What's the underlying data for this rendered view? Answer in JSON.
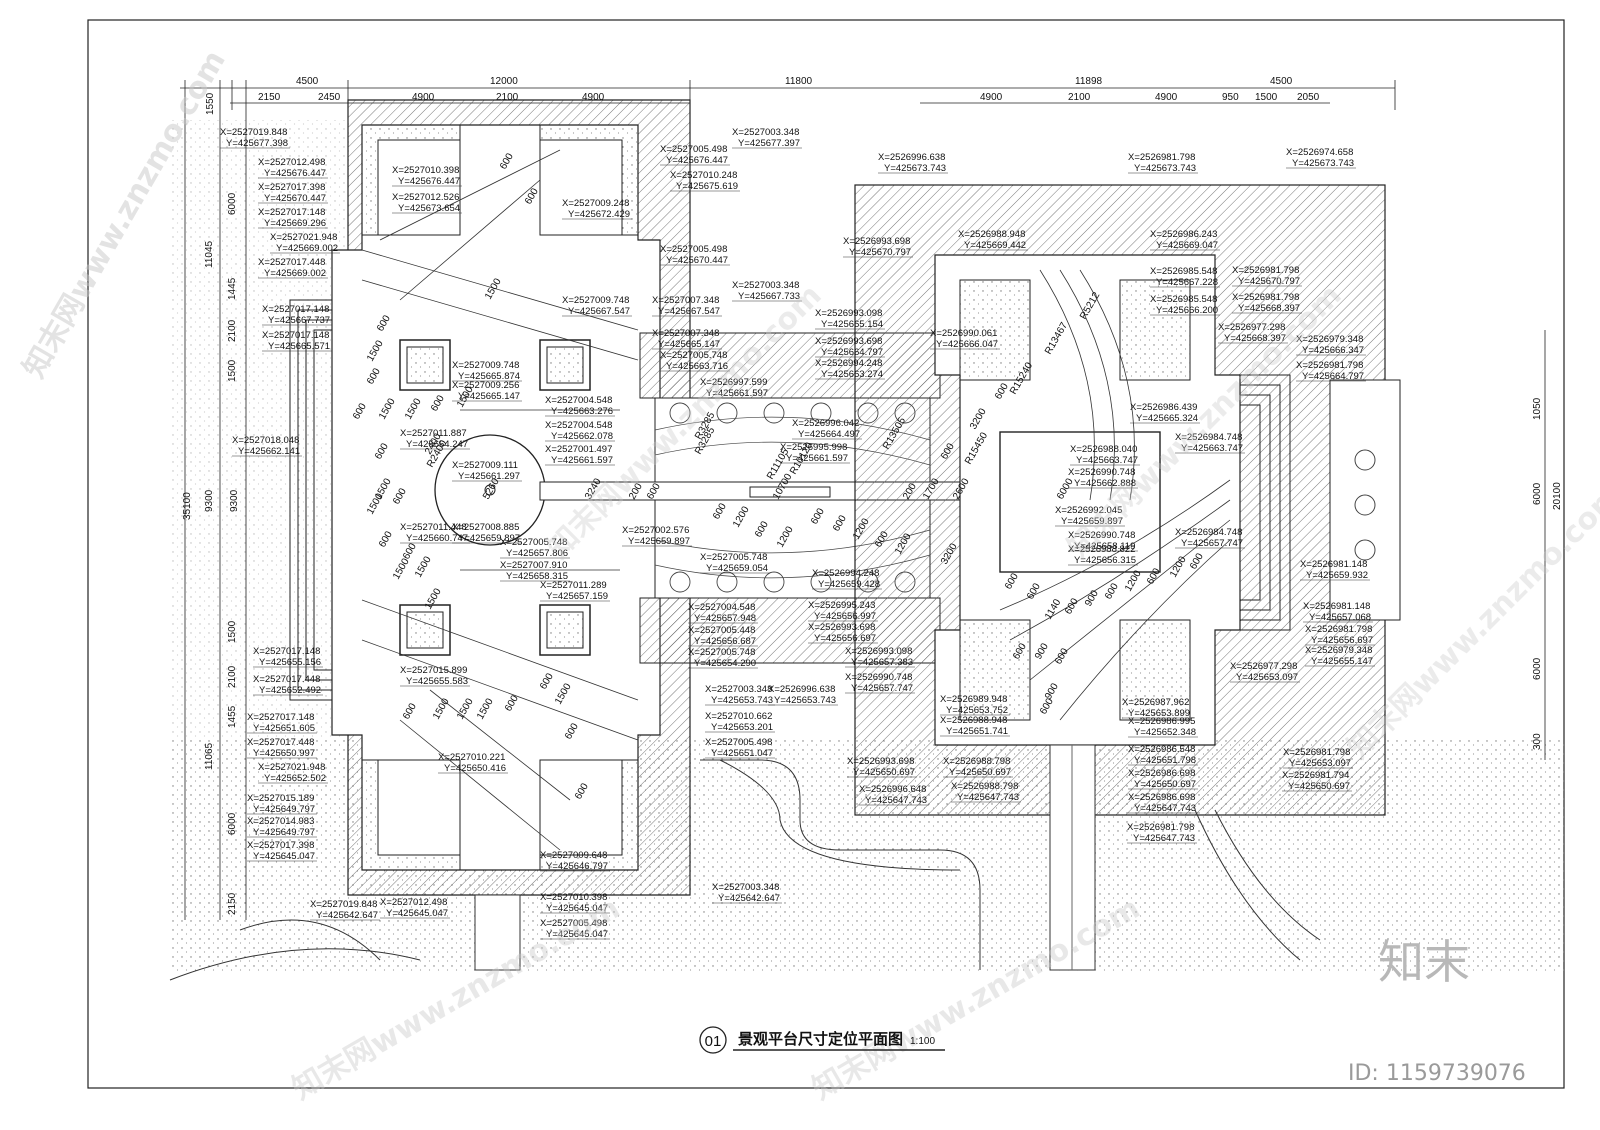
{
  "drawing": {
    "title": "景观平台尺寸定位平面图",
    "scale": "1:100",
    "number": "01"
  },
  "watermark": {
    "brand": "知末",
    "id": "ID: 1159739076",
    "site": "知末网www.znzmo.com"
  },
  "dims_top": [
    "4500",
    "12000",
    "11800",
    "11898",
    "4500"
  ],
  "dims_top2": [
    "2150",
    "2450",
    "4900",
    "2100",
    "4900",
    "4900",
    "2100",
    "4900",
    "950",
    "1500",
    "2050"
  ],
  "dims_left": [
    "1550",
    "6000",
    "11045",
    "1445",
    "2100",
    "1500",
    "35100",
    "9300",
    "9300",
    "1500",
    "2100",
    "1455",
    "11065",
    "6000",
    "2150"
  ],
  "dims_right": [
    "1050",
    "6000",
    "20100",
    "6000",
    "300"
  ],
  "inner_dims": [
    "600",
    "1500",
    "600",
    "1500",
    "600",
    "1500",
    "600",
    "1500",
    "1500",
    "600",
    "600",
    "600",
    "1500",
    "600",
    "1500",
    "600",
    "1500",
    "600",
    "1500",
    "1500",
    "600",
    "1500",
    "1500",
    "1500",
    "600",
    "600",
    "1500",
    "600",
    "600",
    "3240",
    "200",
    "600",
    "10700",
    "200",
    "1700",
    "2600",
    "6000",
    "1140",
    "600",
    "900",
    "600",
    "1200",
    "600",
    "1200",
    "600",
    "600",
    "900",
    "600",
    "600",
    "1200",
    "600",
    "1200",
    "600",
    "600",
    "1200",
    "600",
    "1200",
    "600",
    "3200",
    "3200",
    "600",
    "600",
    "600",
    "900",
    "600",
    "2400",
    "5260"
  ],
  "radii": [
    "R2400",
    "R3285",
    "R11105",
    "R10120",
    "R13505",
    "R5212",
    "R13467",
    "R15240",
    "R15450",
    "R3285"
  ],
  "coords": [
    [
      "X=2527019.848",
      "Y=425677.398"
    ],
    [
      "X=2527012.498",
      "Y=425676.447"
    ],
    [
      "X=2527017.398",
      "Y=425670.447"
    ],
    [
      "X=2527017.148",
      "Y=425669.296"
    ],
    [
      "X=2527021.948",
      "Y=425669.002"
    ],
    [
      "X=2527017.448",
      "Y=425669.002"
    ],
    [
      "X=2527017.148",
      "Y=425667.737"
    ],
    [
      "X=2527017.148",
      "Y=425665.571"
    ],
    [
      "X=2527018.048",
      "Y=425662.141"
    ],
    [
      "X=2527010.398",
      "Y=425676.447"
    ],
    [
      "X=2527012.526",
      "Y=425673.654"
    ],
    [
      "X=2527009.248",
      "Y=425672.429"
    ],
    [
      "X=2527005.498",
      "Y=425676.447"
    ],
    [
      "X=2527010.248",
      "Y=425675.619"
    ],
    [
      "X=2527003.348",
      "Y=425677.397"
    ],
    [
      "X=2527005.498",
      "Y=425670.447"
    ],
    [
      "X=2527003.348",
      "Y=425667.733"
    ],
    [
      "X=2527009.748",
      "Y=425667.547"
    ],
    [
      "X=2527007.348",
      "Y=425667.547"
    ],
    [
      "X=2527007.348",
      "Y=425665.147"
    ],
    [
      "X=2527005.748",
      "Y=425663.716"
    ],
    [
      "X=2527009.748",
      "Y=425665.874"
    ],
    [
      "X=2527009.256",
      "Y=425665.147"
    ],
    [
      "X=2527004.548",
      "Y=425663.276"
    ],
    [
      "X=2527004.548",
      "Y=425662.078"
    ],
    [
      "X=2527001.497",
      "Y=425661.597"
    ],
    [
      "X=2527011.887",
      "Y=425664.247"
    ],
    [
      "X=2527009.111",
      "Y=425661.297"
    ],
    [
      "X=2527011.448",
      "Y=425660.747"
    ],
    [
      "X=2527008.885",
      "Y=425659.897"
    ],
    [
      "X=2527005.748",
      "Y=425657.806"
    ],
    [
      "X=2527007.910",
      "Y=425658.315"
    ],
    [
      "X=2527002.576",
      "Y=425659.897"
    ],
    [
      "X=2527005.748",
      "Y=425659.054"
    ],
    [
      "X=2527011.289",
      "Y=425657.159"
    ],
    [
      "X=2527004.548",
      "Y=425657.948"
    ],
    [
      "X=2527005.448",
      "Y=425656.687"
    ],
    [
      "X=2527005.748",
      "Y=425654.290"
    ],
    [
      "X=2527017.148",
      "Y=425655.156"
    ],
    [
      "X=2527017.448",
      "Y=425652.492"
    ],
    [
      "X=2527015.899",
      "Y=425655.583"
    ],
    [
      "X=2527003.348",
      "Y=425653.743"
    ],
    [
      "X=2526996.638",
      "Y=425653.743"
    ],
    [
      "X=2527010.662",
      "Y=425653.201"
    ],
    [
      "X=2527005.498",
      "Y=425651.047"
    ],
    [
      "X=2527017.148",
      "Y=425651.605"
    ],
    [
      "X=2527017.448",
      "Y=425650.997"
    ],
    [
      "X=2527021.948",
      "Y=425652.502"
    ],
    [
      "X=2527010.221",
      "Y=425650.416"
    ],
    [
      "X=2527015.189",
      "Y=425649.797"
    ],
    [
      "X=2527014.983",
      "Y=425649.797"
    ],
    [
      "X=2527017.398",
      "Y=425645.047"
    ],
    [
      "X=2527009.648",
      "Y=425646.797"
    ],
    [
      "X=2527019.848",
      "Y=425642.647"
    ],
    [
      "X=2527012.498",
      "Y=425645.047"
    ],
    [
      "X=2527010.398",
      "Y=425645.047"
    ],
    [
      "X=2527005.498",
      "Y=425645.047"
    ],
    [
      "X=2527003.348",
      "Y=425642.647"
    ],
    [
      "X=2526996.638",
      "Y=425673.743"
    ],
    [
      "X=2526981.798",
      "Y=425673.743"
    ],
    [
      "X=2526974.658",
      "Y=425673.743"
    ],
    [
      "X=2526993.698",
      "Y=425670.797"
    ],
    [
      "X=2526988.948",
      "Y=425669.442"
    ],
    [
      "X=2526986.243",
      "Y=425669.047"
    ],
    [
      "X=2526985.548",
      "Y=425667.228"
    ],
    [
      "X=2526985.548",
      "Y=425666.200"
    ],
    [
      "X=2526981.798",
      "Y=425670.797"
    ],
    [
      "X=2526981.798",
      "Y=425668.397"
    ],
    [
      "X=2526977.298",
      "Y=425668.397"
    ],
    [
      "X=2526979.348",
      "Y=425666.347"
    ],
    [
      "X=2526981.798",
      "Y=425664.797"
    ],
    [
      "X=2526993.098",
      "Y=425665.154"
    ],
    [
      "X=2526993.698",
      "Y=425664.797"
    ],
    [
      "X=2526994.248",
      "Y=425663.274"
    ],
    [
      "X=2526990.061",
      "Y=425666.047"
    ],
    [
      "X=2526997.599",
      "Y=425661.597"
    ],
    [
      "X=2526996.042",
      "Y=425664.497"
    ],
    [
      "X=2526995.998",
      "Y=425661.597"
    ],
    [
      "X=2526986.439",
      "Y=425665.324"
    ],
    [
      "X=2526984.748",
      "Y=425663.747"
    ],
    [
      "X=2526988.040",
      "Y=425663.747"
    ],
    [
      "X=2526990.748",
      "Y=425662.888"
    ],
    [
      "X=2526992.045",
      "Y=425659.897"
    ],
    [
      "X=2526990.748",
      "Y=425658.119"
    ],
    [
      "X=2526988.822",
      "Y=425656.315"
    ],
    [
      "X=2526984.748",
      "Y=425657.747"
    ],
    [
      "X=2526981.148",
      "Y=425659.932"
    ],
    [
      "X=2526994.248",
      "Y=425659.428"
    ],
    [
      "X=2526995.243",
      "Y=425656.997"
    ],
    [
      "X=2526993.698",
      "Y=425656.697"
    ],
    [
      "X=2526981.148",
      "Y=425657.068"
    ],
    [
      "X=2526981.798",
      "Y=425656.697"
    ],
    [
      "X=2526979.348",
      "Y=425655.147"
    ],
    [
      "X=2526977.298",
      "Y=425653.097"
    ],
    [
      "X=2526993.098",
      "Y=425657.383"
    ],
    [
      "X=2526990.748",
      "Y=425657.747"
    ],
    [
      "X=2526989.948",
      "Y=425653.752"
    ],
    [
      "X=2526988.948",
      "Y=425651.741"
    ],
    [
      "X=2526987.962",
      "Y=425653.899"
    ],
    [
      "X=2526986.995",
      "Y=425652.348"
    ],
    [
      "X=2526993.698",
      "Y=425650.697"
    ],
    [
      "X=2526988.798",
      "Y=425650.697"
    ],
    [
      "X=2526996.648",
      "Y=425647.743"
    ],
    [
      "X=2526988.798",
      "Y=425647.743"
    ],
    [
      "X=2526986.548",
      "Y=425651.798"
    ],
    [
      "X=2526986.698",
      "Y=425650.697"
    ],
    [
      "X=2526986.698",
      "Y=425647.743"
    ],
    [
      "X=2526981.798",
      "Y=425653.097"
    ],
    [
      "X=2526981.794",
      "Y=425650.697"
    ],
    [
      "X=2526981.798",
      "Y=425647.743"
    ]
  ]
}
